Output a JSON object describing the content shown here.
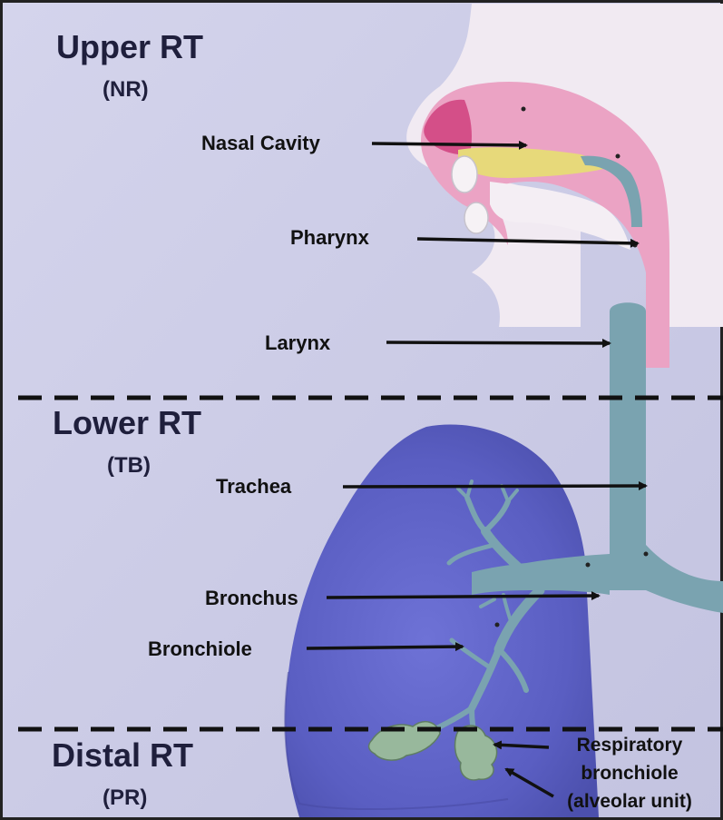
{
  "zones": {
    "upper": {
      "title": "Upper RT",
      "sub": "(NR)"
    },
    "lower": {
      "title": "Lower RT",
      "sub": "(TB)"
    },
    "distal": {
      "title": "Distal RT",
      "sub": "(PR)"
    }
  },
  "labels": {
    "nasal_cavity": "Nasal Cavity",
    "pharynx": "Pharynx",
    "larynx": "Larynx",
    "trachea": "Trachea",
    "bronchus": "Bronchus",
    "bronchiole": "Bronchiole",
    "resp_line1": "Respiratory",
    "resp_line2": "bronchiole",
    "resp_line3": "(alveolar unit)"
  },
  "colors": {
    "background": "#c9c9e4",
    "lung": "#5a5ec2",
    "airway": "#7aa3b0",
    "head_tissue": "#eba3c4",
    "alveoli": "#98b89c",
    "divider": "#111111"
  }
}
